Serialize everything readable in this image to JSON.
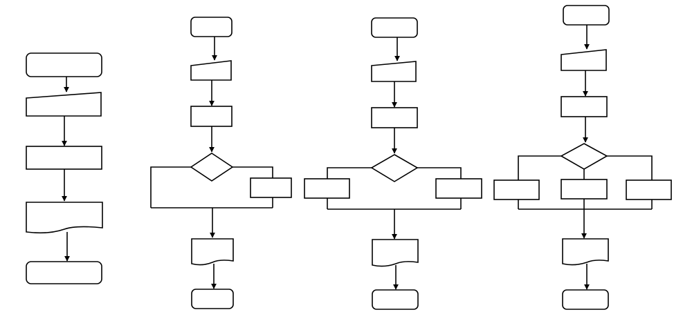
{
  "diagram": {
    "stroke_color": "#000000",
    "fill_color": "#ffffff",
    "flowcharts": [
      {
        "name": "sequential-flow",
        "nodes": [
          {
            "id": "start",
            "shape": "terminator",
            "label": ""
          },
          {
            "id": "input",
            "shape": "manual-input",
            "label": ""
          },
          {
            "id": "process",
            "shape": "process",
            "label": ""
          },
          {
            "id": "output",
            "shape": "document",
            "label": ""
          },
          {
            "id": "end",
            "shape": "terminator",
            "label": ""
          }
        ]
      },
      {
        "name": "single-branch-flow",
        "nodes": [
          {
            "id": "start",
            "shape": "terminator",
            "label": ""
          },
          {
            "id": "input",
            "shape": "manual-input",
            "label": ""
          },
          {
            "id": "process",
            "shape": "process",
            "label": ""
          },
          {
            "id": "decision",
            "shape": "decision",
            "label": ""
          },
          {
            "id": "branch-process",
            "shape": "process",
            "label": ""
          },
          {
            "id": "output",
            "shape": "document",
            "label": ""
          },
          {
            "id": "end",
            "shape": "terminator",
            "label": ""
          }
        ]
      },
      {
        "name": "two-branch-flow",
        "nodes": [
          {
            "id": "start",
            "shape": "terminator",
            "label": ""
          },
          {
            "id": "input",
            "shape": "manual-input",
            "label": ""
          },
          {
            "id": "process",
            "shape": "process",
            "label": ""
          },
          {
            "id": "decision",
            "shape": "decision",
            "label": ""
          },
          {
            "id": "left-process",
            "shape": "process",
            "label": ""
          },
          {
            "id": "right-process",
            "shape": "process",
            "label": ""
          },
          {
            "id": "output",
            "shape": "document",
            "label": ""
          },
          {
            "id": "end",
            "shape": "terminator",
            "label": ""
          }
        ]
      },
      {
        "name": "three-branch-flow",
        "nodes": [
          {
            "id": "start",
            "shape": "terminator",
            "label": ""
          },
          {
            "id": "input",
            "shape": "manual-input",
            "label": ""
          },
          {
            "id": "process",
            "shape": "process",
            "label": ""
          },
          {
            "id": "decision",
            "shape": "decision",
            "label": ""
          },
          {
            "id": "left-process",
            "shape": "process",
            "label": ""
          },
          {
            "id": "middle-process",
            "shape": "process",
            "label": ""
          },
          {
            "id": "right-process",
            "shape": "process",
            "label": ""
          },
          {
            "id": "output",
            "shape": "document",
            "label": ""
          },
          {
            "id": "end",
            "shape": "terminator",
            "label": ""
          }
        ]
      }
    ]
  }
}
